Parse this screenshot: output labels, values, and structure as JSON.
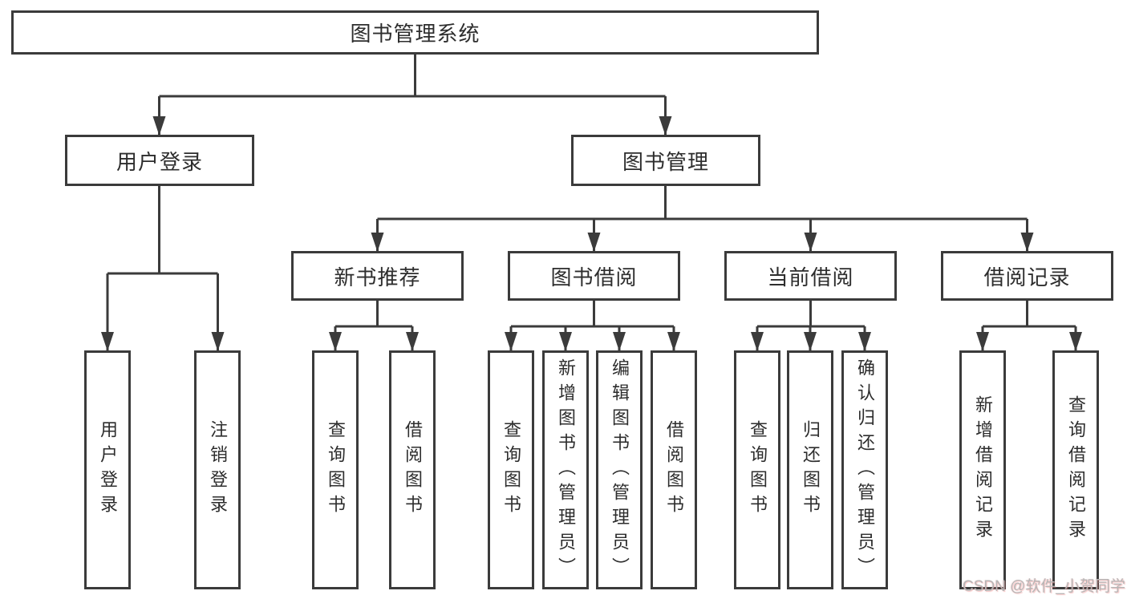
{
  "colors": {
    "line": "#3b3b3b",
    "box_border": "#3b3b3b",
    "box_background": "#ffffff",
    "text": "#2d2d2d",
    "background": "#ffffff",
    "watermark": "#b6b6b6"
  },
  "watermark": {
    "text": "CSDN @软件_小贺同学"
  },
  "tree": {
    "root": {
      "label": "图书管理系统"
    },
    "children": [
      {
        "label": "用户登录",
        "children": [
          {
            "label": "用户登录"
          },
          {
            "label": "注销登录"
          }
        ]
      },
      {
        "label": "图书管理",
        "children": [
          {
            "label": "新书推荐",
            "children": [
              {
                "label": "查询图书"
              },
              {
                "label": "借阅图书"
              }
            ]
          },
          {
            "label": "图书借阅",
            "children": [
              {
                "label": "查询图书"
              },
              {
                "label": "新增图书（管理员）"
              },
              {
                "label": "编辑图书（管理员）"
              },
              {
                "label": "借阅图书"
              }
            ]
          },
          {
            "label": "当前借阅",
            "children": [
              {
                "label": "查询图书"
              },
              {
                "label": "归还图书"
              },
              {
                "label": "确认归还（管理员）"
              }
            ]
          },
          {
            "label": "借阅记录",
            "children": [
              {
                "label": "新增借阅记录"
              },
              {
                "label": "查询借阅记录"
              }
            ]
          }
        ]
      }
    ]
  }
}
